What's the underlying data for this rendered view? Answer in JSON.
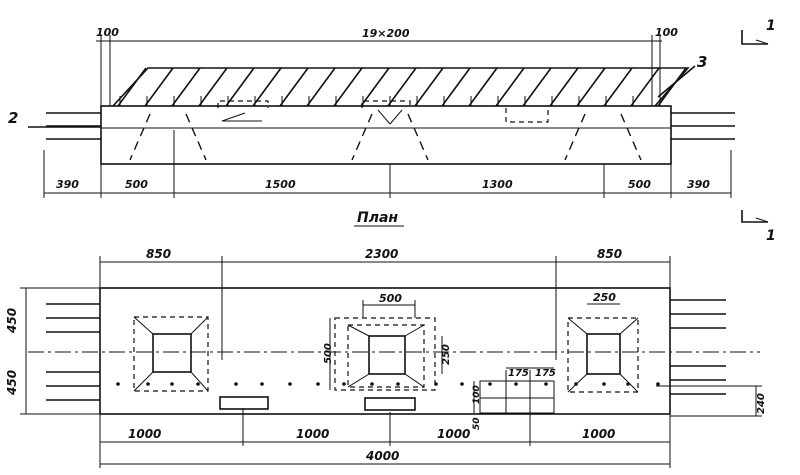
{
  "elevation": {
    "end_offset_left": "100",
    "rebar_spacing": "19×200",
    "end_offset_right": "100",
    "callout_right": "3",
    "callout_left": "2",
    "dims_bottom": [
      "390",
      "500",
      "1500",
      "1300",
      "500",
      "390"
    ]
  },
  "section_mark": {
    "top": "1",
    "bottom": "1"
  },
  "plan_title": "План",
  "plan": {
    "dims_top": [
      "850",
      "2300",
      "850"
    ],
    "dim_hole_width": "500",
    "dim_hole_right_width": "250",
    "dim_hole_height": "500",
    "dim_hole_inner": "250",
    "dims_left": [
      "450",
      "450"
    ],
    "dims_small": [
      "175",
      "175"
    ],
    "dim_100": "100",
    "dim_50": "50",
    "dim_right": "240",
    "dims_bottom": [
      "1000",
      "1000",
      "1000",
      "1000"
    ],
    "dim_total": "4000"
  }
}
